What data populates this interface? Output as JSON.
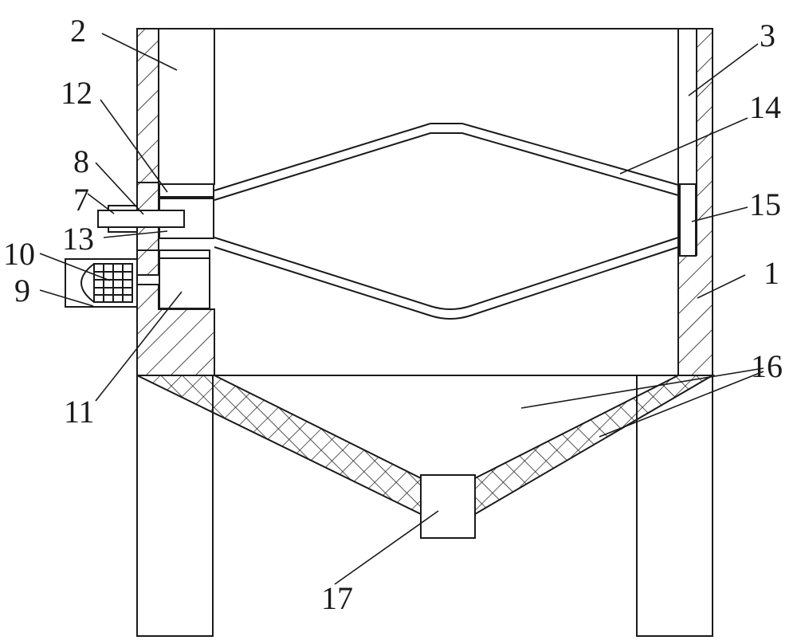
{
  "labels": {
    "l1": "1",
    "l2": "2",
    "l3": "3",
    "l7": "7",
    "l8": "8",
    "l9": "9",
    "l10": "10",
    "l11": "11",
    "l12": "12",
    "l13": "13",
    "l14": "14",
    "l15": "15",
    "l16": "16",
    "l17": "17"
  }
}
